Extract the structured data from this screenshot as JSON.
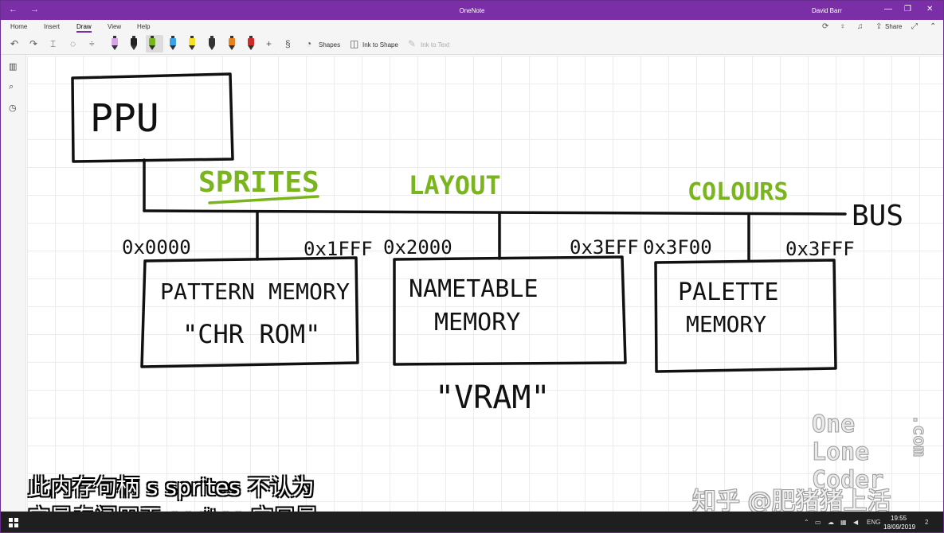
{
  "window": {
    "title": "OneNote",
    "user": "David Barr",
    "nav_back": "←",
    "nav_forward": "→",
    "minimize": "—",
    "maximize": "❐",
    "close": "✕"
  },
  "ribbon": {
    "tabs": [
      {
        "label": "Home"
      },
      {
        "label": "Insert"
      },
      {
        "label": "Draw"
      },
      {
        "label": "View"
      },
      {
        "label": "Help"
      }
    ],
    "active_tab": "Draw",
    "share_label": "Share"
  },
  "toolbar": {
    "shapes_label": "Shapes",
    "ink_to_shape_label": "Ink to Shape",
    "ink_to_text_label": "Ink to Text",
    "pens": [
      {
        "color": "#d9a3e8"
      },
      {
        "color": "#222222"
      },
      {
        "color": "#7ab51d"
      },
      {
        "color": "#3aa3e8"
      },
      {
        "color": "#f5e12a"
      },
      {
        "color": "#333333"
      },
      {
        "color": "#e8821c"
      },
      {
        "color": "#d02b2b"
      }
    ]
  },
  "drawing": {
    "ppu": "PPU",
    "bus": "BUS",
    "sprites": "SPRITES",
    "layout": "LAYOUT",
    "colours": "COLOURS",
    "addr_0000": "0x0000",
    "addr_1fff": "0x1FFF",
    "addr_2000": "0x2000",
    "addr_3eff": "0x3EFF",
    "addr_3f00": "0x3F00",
    "addr_3fff": "0x3FFF",
    "pattern_line1": "PATTERN MEMORY",
    "pattern_line2": "\"CHR ROM\"",
    "nametable_line1": "NAMETABLE",
    "nametable_line2": "MEMORY",
    "palette_line1": "PALETTE",
    "palette_line2": "MEMORY",
    "vram": "\"VRAM\"",
    "ink_color": "#111111",
    "highlight_color": "#7ab51d"
  },
  "subtitles": {
    "line1": "此内存句柄 s sprites 不认为",
    "line2": "它是专门用于 sprites 它只是"
  },
  "watermarks": {
    "one": "One",
    "lone": "Lone",
    "coder": "Coder",
    "dotcom": ".com",
    "zhihu": "知乎 @肥猪猪上活"
  },
  "taskbar": {
    "language": "ENG",
    "time": "19:55",
    "date": "18/09/2019",
    "notification_count": "2"
  }
}
